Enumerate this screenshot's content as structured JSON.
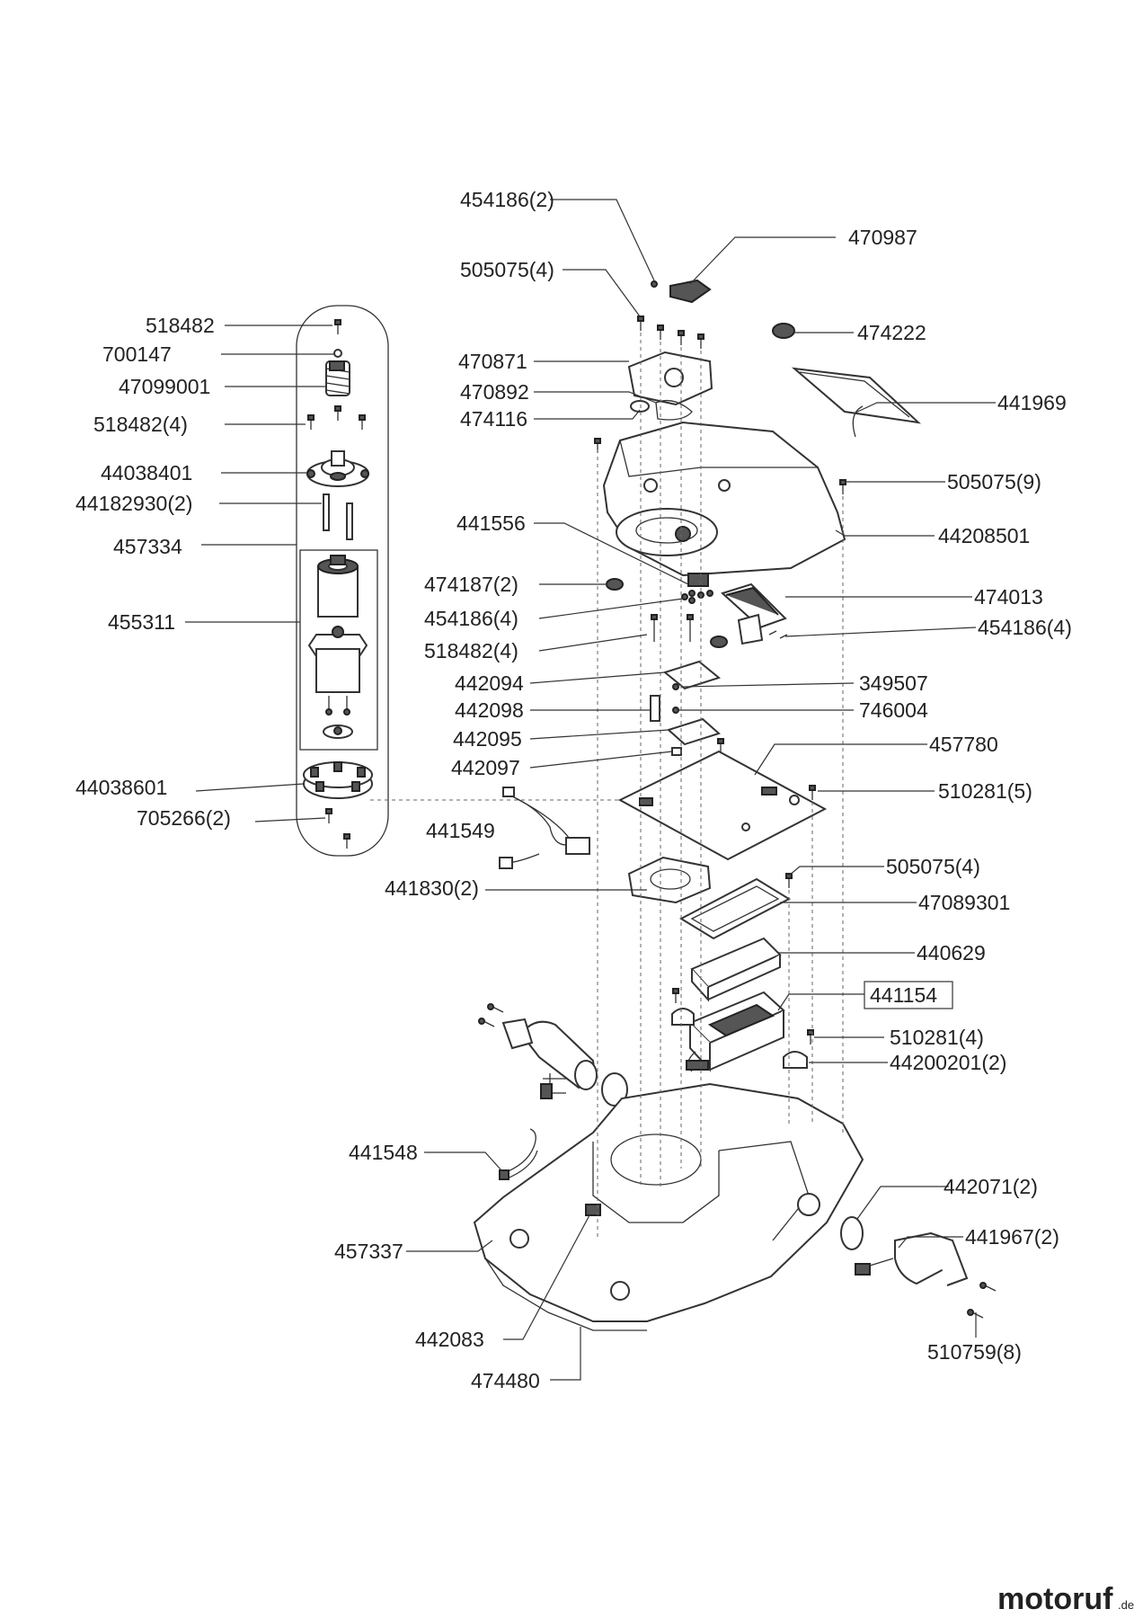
{
  "labels": {
    "l454186_2_top": "454186(2)",
    "l470987": "470987",
    "l505075_4_top": "505075(4)",
    "l474222": "474222",
    "l470871": "470871",
    "l470892": "470892",
    "l474116": "474116",
    "l441969": "441969",
    "l505075_9": "505075(9)",
    "l44208501": "44208501",
    "l441556": "441556",
    "l474187_2": "474187(2)",
    "l474013": "474013",
    "l454186_4_left": "454186(4)",
    "l454186_4_right": "454186(4)",
    "l518482_4_mid": "518482(4)",
    "l442094": "442094",
    "l349507": "349507",
    "l442098": "442098",
    "l746004": "746004",
    "l442095": "442095",
    "l457780": "457780",
    "l442097": "442097",
    "l510281_5": "510281(5)",
    "l441549": "441549",
    "l505075_4_mid": "505075(4)",
    "l441830_2": "441830(2)",
    "l47089301": "47089301",
    "l440629": "440629",
    "l441154": "441154",
    "l510281_4": "510281(4)",
    "l44200201_2": "44200201(2)",
    "l441548": "441548",
    "l442071_2": "442071(2)",
    "l441967_2": "441967(2)",
    "l457337": "457337",
    "l442083": "442083",
    "l474480": "474480",
    "l510759_8": "510759(8)",
    "l518482": "518482",
    "l700147": "700147",
    "l47099001": "47099001",
    "l518482_4_left": "518482(4)",
    "l44038401": "44038401",
    "l44182930_2": "44182930(2)",
    "l457334": "457334",
    "l455311": "455311",
    "l44038601": "44038601",
    "l705266_2": "705266(2)"
  },
  "logo": {
    "name": "motoruf",
    "suffix": ".de"
  }
}
